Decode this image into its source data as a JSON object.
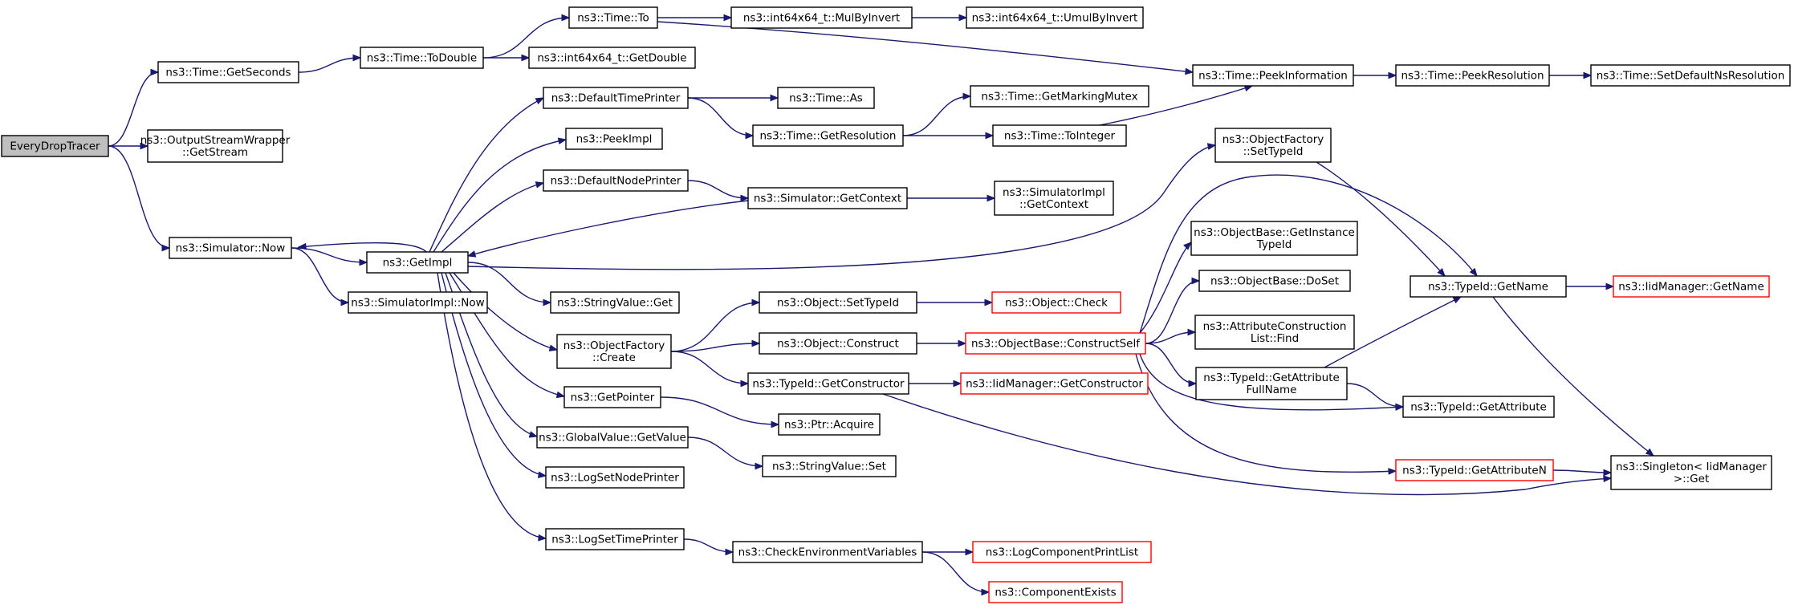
{
  "title": "",
  "nodes": {
    "everydroptracer": {
      "lines": [
        "EveryDropTracer"
      ],
      "kind": "root"
    },
    "getseconds": {
      "lines": [
        "ns3::Time::GetSeconds"
      ]
    },
    "outputstreamwrapper": {
      "lines": [
        "ns3::OutputStreamWrapper",
        "::GetStream"
      ]
    },
    "simulator_now": {
      "lines": [
        "ns3::Simulator::Now"
      ]
    },
    "todouble": {
      "lines": [
        "ns3::Time::ToDouble"
      ]
    },
    "time_to": {
      "lines": [
        "ns3::Time::To"
      ]
    },
    "mulbyinvert": {
      "lines": [
        "ns3::int64x64_t::MulByInvert"
      ]
    },
    "umulbyinvert": {
      "lines": [
        "ns3::int64x64_t::UmulByInvert"
      ]
    },
    "getdouble": {
      "lines": [
        "ns3::int64x64_t::GetDouble"
      ]
    },
    "peekinformation": {
      "lines": [
        "ns3::Time::PeekInformation"
      ]
    },
    "peekresolution": {
      "lines": [
        "ns3::Time::PeekResolution"
      ]
    },
    "setdefaultnsresolution": {
      "lines": [
        "ns3::Time::SetDefaultNsResolution"
      ]
    },
    "defaulttimeprinter": {
      "lines": [
        "ns3::DefaultTimePrinter"
      ]
    },
    "time_as": {
      "lines": [
        "ns3::Time::As"
      ]
    },
    "getmarkingmutex": {
      "lines": [
        "ns3::Time::GetMarkingMutex"
      ]
    },
    "getresolution": {
      "lines": [
        "ns3::Time::GetResolution"
      ]
    },
    "tointeger": {
      "lines": [
        "ns3::Time::ToInteger"
      ]
    },
    "peekimpl": {
      "lines": [
        "ns3::PeekImpl"
      ]
    },
    "defaultnodeprinter": {
      "lines": [
        "ns3::DefaultNodePrinter"
      ]
    },
    "simulator_getcontext": {
      "lines": [
        "ns3::Simulator::GetContext"
      ]
    },
    "simulatorimpl_getcontext": {
      "lines": [
        "ns3::SimulatorImpl",
        "::GetContext"
      ]
    },
    "getimpl": {
      "lines": [
        "ns3::GetImpl"
      ]
    },
    "objectfactory_settypeid": {
      "lines": [
        "ns3::ObjectFactory",
        "::SetTypeId"
      ]
    },
    "simulatorimpl_now": {
      "lines": [
        "ns3::SimulatorImpl::Now"
      ]
    },
    "stringvalue_get": {
      "lines": [
        "ns3::StringValue::Get"
      ]
    },
    "object_settypeid": {
      "lines": [
        "ns3::Object::SetTypeId"
      ]
    },
    "object_check": {
      "lines": [
        "ns3::Object::Check"
      ],
      "kind": "truncated"
    },
    "objectfactory_create": {
      "lines": [
        "ns3::ObjectFactory",
        "::Create"
      ]
    },
    "object_construct": {
      "lines": [
        "ns3::Object::Construct"
      ]
    },
    "constructself": {
      "lines": [
        "ns3::ObjectBase::ConstructSelf"
      ],
      "kind": "truncated"
    },
    "getinstancetypeid": {
      "lines": [
        "ns3::ObjectBase::GetInstance",
        "TypeId"
      ]
    },
    "doset": {
      "lines": [
        "ns3::ObjectBase::DoSet"
      ]
    },
    "attrconstructionlist_find": {
      "lines": [
        "ns3::AttributeConstruction",
        "List::Find"
      ]
    },
    "typeid_getname": {
      "lines": [
        "ns3::TypeId::GetName"
      ]
    },
    "iidmanager_getname": {
      "lines": [
        "ns3::IidManager::GetName"
      ],
      "kind": "truncated"
    },
    "typeid_getconstructor": {
      "lines": [
        "ns3::TypeId::GetConstructor"
      ]
    },
    "iidmanager_getconstructor": {
      "lines": [
        "ns3::IidManager::GetConstructor"
      ],
      "kind": "truncated"
    },
    "getattributefullname": {
      "lines": [
        "ns3::TypeId::GetAttribute",
        "FullName"
      ]
    },
    "typeid_getattribute": {
      "lines": [
        "ns3::TypeId::GetAttribute"
      ]
    },
    "getpointer": {
      "lines": [
        "ns3::GetPointer"
      ]
    },
    "ptr_acquire": {
      "lines": [
        "ns3::Ptr::Acquire"
      ]
    },
    "globalvalue_getvalue": {
      "lines": [
        "ns3::GlobalValue::GetValue"
      ]
    },
    "stringvalue_set": {
      "lines": [
        "ns3::StringValue::Set"
      ]
    },
    "lognodeprinter": {
      "lines": [
        "ns3::LogSetNodePrinter"
      ]
    },
    "getattributen": {
      "lines": [
        "ns3::TypeId::GetAttributeN"
      ],
      "kind": "truncated"
    },
    "singleton_get": {
      "lines": [
        "ns3::Singleton< IidManager",
        " >::Get"
      ]
    },
    "logtimeprinter": {
      "lines": [
        "ns3::LogSetTimePrinter"
      ]
    },
    "checkenvvars": {
      "lines": [
        "ns3::CheckEnvironmentVariables"
      ]
    },
    "logcomponentprintlist": {
      "lines": [
        "ns3::LogComponentPrintList"
      ],
      "kind": "truncated"
    },
    "componentexists": {
      "lines": [
        "ns3::ComponentExists"
      ],
      "kind": "truncated"
    }
  },
  "edges": [
    [
      "everydroptracer",
      "getseconds"
    ],
    [
      "everydroptracer",
      "outputstreamwrapper"
    ],
    [
      "everydroptracer",
      "simulator_now"
    ],
    [
      "getseconds",
      "todouble"
    ],
    [
      "todouble",
      "time_to"
    ],
    [
      "todouble",
      "getdouble"
    ],
    [
      "time_to",
      "mulbyinvert"
    ],
    [
      "time_to",
      "peekinformation"
    ],
    [
      "mulbyinvert",
      "umulbyinvert"
    ],
    [
      "peekinformation",
      "peekresolution"
    ],
    [
      "peekresolution",
      "setdefaultnsresolution"
    ],
    [
      "simulator_now",
      "getimpl"
    ],
    [
      "simulator_now",
      "simulatorimpl_now"
    ],
    [
      "getimpl",
      "simulator_now"
    ],
    [
      "getimpl",
      "defaulttimeprinter"
    ],
    [
      "getimpl",
      "peekimpl"
    ],
    [
      "getimpl",
      "defaultnodeprinter"
    ],
    [
      "getimpl",
      "objectfactory_settypeid"
    ],
    [
      "getimpl",
      "stringvalue_get"
    ],
    [
      "getimpl",
      "objectfactory_create"
    ],
    [
      "getimpl",
      "getpointer"
    ],
    [
      "getimpl",
      "globalvalue_getvalue"
    ],
    [
      "getimpl",
      "lognodeprinter"
    ],
    [
      "getimpl",
      "logtimeprinter"
    ],
    [
      "defaulttimeprinter",
      "time_as"
    ],
    [
      "defaulttimeprinter",
      "getresolution"
    ],
    [
      "getresolution",
      "getmarkingmutex"
    ],
    [
      "getresolution",
      "tointeger"
    ],
    [
      "tointeger",
      "peekinformation"
    ],
    [
      "defaultnodeprinter",
      "simulator_getcontext"
    ],
    [
      "simulator_getcontext",
      "simulatorimpl_getcontext"
    ],
    [
      "simulator_getcontext",
      "getimpl"
    ],
    [
      "objectfactory_settypeid",
      "typeid_getname"
    ],
    [
      "objectfactory_create",
      "object_settypeid"
    ],
    [
      "objectfactory_create",
      "object_construct"
    ],
    [
      "objectfactory_create",
      "typeid_getconstructor"
    ],
    [
      "object_settypeid",
      "object_check"
    ],
    [
      "object_construct",
      "constructself"
    ],
    [
      "typeid_getconstructor",
      "iidmanager_getconstructor"
    ],
    [
      "typeid_getconstructor",
      "singleton_get"
    ],
    [
      "constructself",
      "getinstancetypeid"
    ],
    [
      "constructself",
      "doset"
    ],
    [
      "constructself",
      "attrconstructionlist_find"
    ],
    [
      "constructself",
      "typeid_getname"
    ],
    [
      "constructself",
      "getattributefullname"
    ],
    [
      "constructself",
      "typeid_getattribute"
    ],
    [
      "constructself",
      "getattributen"
    ],
    [
      "getattributefullname",
      "typeid_getname"
    ],
    [
      "getattributefullname",
      "typeid_getattribute"
    ],
    [
      "typeid_getname",
      "iidmanager_getname"
    ],
    [
      "typeid_getname",
      "singleton_get"
    ],
    [
      "getattributen",
      "singleton_get"
    ],
    [
      "getpointer",
      "ptr_acquire"
    ],
    [
      "globalvalue_getvalue",
      "stringvalue_set"
    ],
    [
      "logtimeprinter",
      "checkenvvars"
    ],
    [
      "checkenvvars",
      "logcomponentprintlist"
    ],
    [
      "checkenvvars",
      "componentexists"
    ]
  ]
}
